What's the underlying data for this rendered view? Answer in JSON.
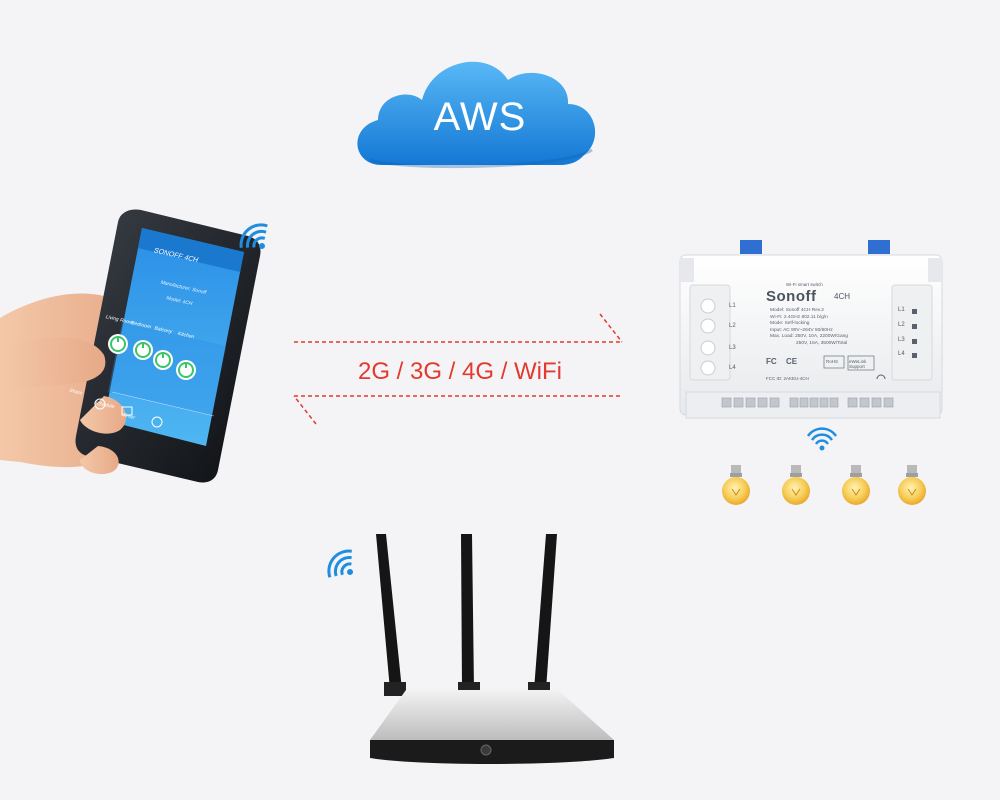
{
  "cloud": {
    "label": "AWS",
    "color": "#1e8fe0"
  },
  "network": {
    "label": "2G / 3G / 4G / WiFi",
    "color": "#e23a2e"
  },
  "phone": {
    "app_title": "SONOFF 4CH",
    "info_lines": [
      "Manufacturer: Sonoff",
      "Model: 4CH"
    ],
    "channels": [
      "Living Room",
      "Bedroom",
      "Balcony",
      "Kitchen"
    ],
    "bottom_labels": [
      "Share",
      "Schedule",
      "Timer"
    ]
  },
  "relay": {
    "subtitle": "Wi-Fi smart switch",
    "brand": "Sonoff",
    "model_tag": "4CH",
    "spec_lines": [
      "Model: Sonoff 4CH Rev.2",
      "Wi-Fi: 2.4GHz 802.11 b/g/n",
      "Mode: Self-locking",
      "Input: AC 90V~264V 50/60Hz",
      "Max. Load: 250V, 10A, 2200W/Gang",
      "250V, 16A, 3500W/Total"
    ],
    "left_channels": [
      "L1",
      "L2",
      "L3",
      "L4"
    ],
    "right_channels": [
      "L1",
      "L2",
      "L3",
      "L4"
    ],
    "fcc_id": "FCC ID: 2AKEU-4CH",
    "certs": [
      "FC",
      "CE",
      "RoHS"
    ],
    "ewelink": "eWeLink Support"
  },
  "bulbs": {
    "count": 4,
    "color": "#f5c44a"
  },
  "colors": {
    "wifi_blue": "#1e8fe0",
    "background": "#f4f4f6"
  }
}
